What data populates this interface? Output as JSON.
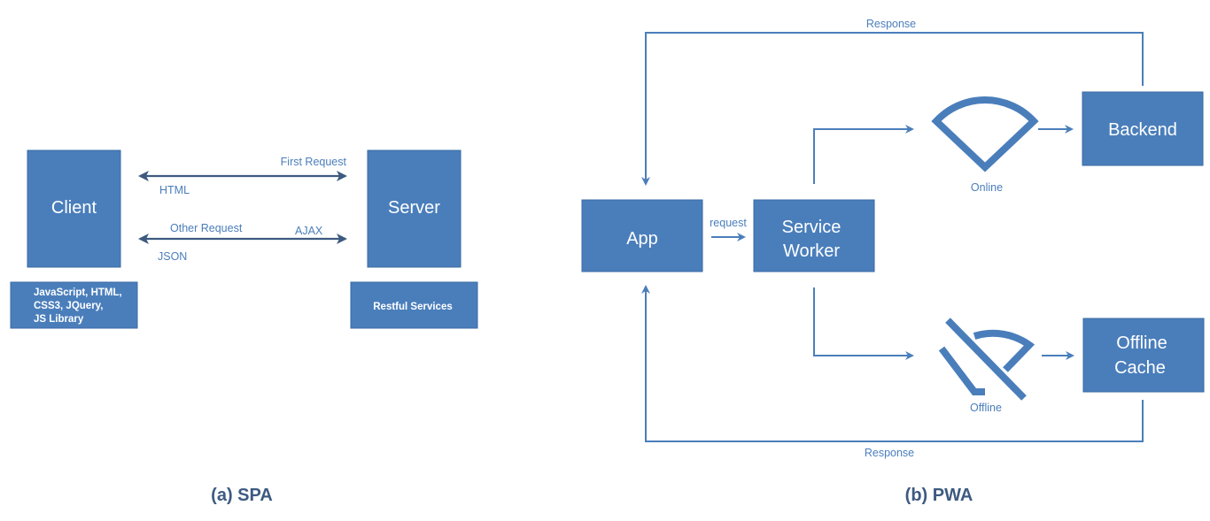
{
  "colors": {
    "box": "#4a7ebb",
    "arrow": "#4a7ebb",
    "dark_arrow": "#3d5a80",
    "caption": "#3d5a80"
  },
  "spa": {
    "client": "Client",
    "server": "Server",
    "client_tech": [
      "JavaScript, HTML,",
      "CSS3, JQuery,",
      "JS Library"
    ],
    "server_tech": "Restful Services",
    "first_request": "First Request",
    "html": "HTML",
    "other_request": "Other Request",
    "ajax": "AJAX",
    "json": "JSON",
    "caption": "(a) SPA"
  },
  "pwa": {
    "app": "App",
    "service_worker": [
      "Service",
      "Worker"
    ],
    "request": "request",
    "backend": "Backend",
    "offline_cache": [
      "Offline",
      "Cache"
    ],
    "online": "Online",
    "offline": "Offline",
    "response_top": "Response",
    "response_bottom": "Response",
    "caption": "(b) PWA",
    "icons": {
      "online": "wifi-icon",
      "offline": "wifi-off-icon"
    }
  }
}
